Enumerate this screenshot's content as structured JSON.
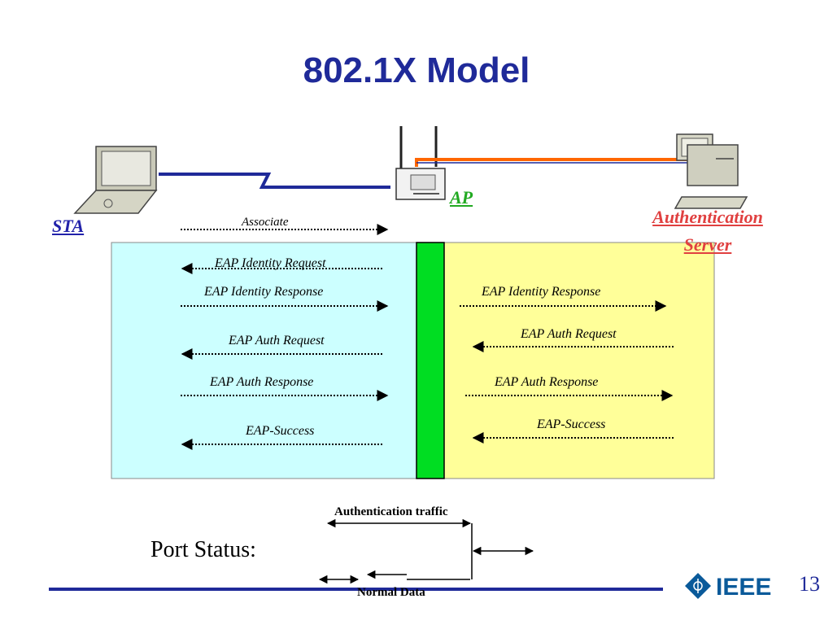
{
  "slide": {
    "title": "802.1X Model",
    "page_number": "13",
    "logo_text": "IEEE"
  },
  "nodes": {
    "sta": "STA",
    "ap": "AP",
    "auth_server_line1": "Authentication",
    "auth_server_line2": "Server"
  },
  "messages_left": {
    "associate": "Associate",
    "identity_request": "EAP Identity Request",
    "identity_response": "EAP Identity Response",
    "auth_request": "EAP Auth Request",
    "auth_response": "EAP Auth Response",
    "success": "EAP-Success"
  },
  "messages_right": {
    "identity_response": "EAP Identity Response",
    "auth_request": "EAP Auth Request",
    "auth_response": "EAP Auth Response",
    "success": "EAP-Success"
  },
  "legend": {
    "port_status": "Port Status:",
    "auth_traffic": "Authentication traffic",
    "normal_data": "Normal Data"
  },
  "colors": {
    "title": "#1f2a99",
    "sta_zone": "#ccffff",
    "server_zone": "#ffff99",
    "port": "#00dd22",
    "sta_label": "#2222aa",
    "ap_label": "#22aa22",
    "server_label": "#e04040",
    "wire": "#1f2a99",
    "server_link": "#ff6600",
    "ieee_blue": "#0a5a9a"
  }
}
